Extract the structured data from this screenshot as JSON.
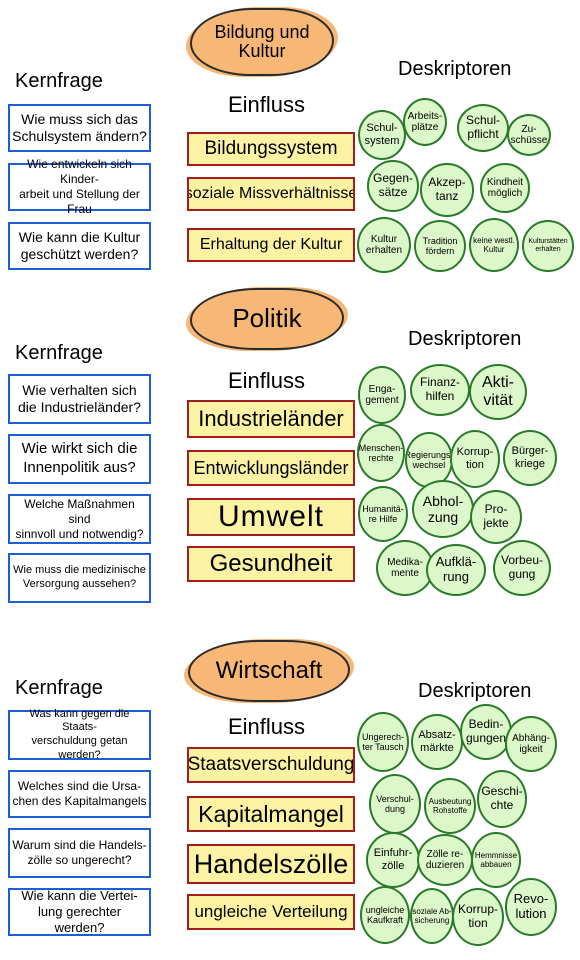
{
  "sections": [
    {
      "title": "Bildung und\nKultur",
      "kernfrage_label": "Kernfrage",
      "einfluss_label": "Einfluss",
      "deskriptoren_label": "Deskriptoren",
      "questions": [
        "Wie muss sich das\nSchulsystem ändern?",
        "Wie entwickeln sich Kinder-\narbeit und Stellung der Frau",
        "Wie kann die Kultur\ngeschützt werden?"
      ],
      "influences": [
        "Bildungssystem",
        "soziale Missverhältnisse",
        "Erhaltung der Kultur"
      ],
      "descriptors": [
        "Schul-\nsystem",
        "Arbeits-\nplätze",
        "Schul-\npflicht",
        "Zu-\nschüsse",
        "Gegen-\nsätze",
        "Akzep-\ntanz",
        "Kindheit\nmöglich",
        "Kultur\nerhalten",
        "Tradition\nfördern",
        "keine westl.\nKultur",
        "Kulturstätten\nerhalten"
      ]
    },
    {
      "title": "Politik",
      "kernfrage_label": "Kernfrage",
      "einfluss_label": "Einfluss",
      "deskriptoren_label": "Deskriptoren",
      "questions": [
        "Wie verhalten sich\ndie Industrieländer?",
        "Wie wirkt sich die\nInnenpolitik aus?",
        "Welche Maßnahmen sind\nsinnvoll und notwendig?",
        "Wie muss die medizinische\nVersorgung aussehen?"
      ],
      "influences": [
        "Industrieländer",
        "Entwicklungsländer",
        "Umwelt",
        "Gesundheit"
      ],
      "descriptors": [
        "Enga-\ngement",
        "Finanz-\nhilfen",
        "Akti-\nvität",
        "Menschen-\nrechte",
        "Regierungs-\nwechsel",
        "Korrup-\ntion",
        "Bürger-\nkriege",
        "Humanitä-\nre Hilfe",
        "Abhol-\nzung",
        "Pro-\njekte",
        "Medika-\nmente",
        "Aufklä-\nrung",
        "Vorbeu-\ngung"
      ]
    },
    {
      "title": "Wirtschaft",
      "kernfrage_label": "Kernfrage",
      "einfluss_label": "Einfluss",
      "deskriptoren_label": "Deskriptoren",
      "questions": [
        "Was kann gegen die Staats-\nverschuldung getan werden?",
        "Welches sind die Ursa-\nchen des Kapitalmangels",
        "Warum sind die Handels-\nzölle so ungerecht?",
        "Wie kann die Vertei-\nlung gerechter werden?"
      ],
      "influences": [
        "Staatsverschuldung",
        "Kapitalmangel",
        "Handelszölle",
        "ungleiche Verteilung"
      ],
      "descriptors": [
        "Ungerech-\nter Tausch",
        "Absatz-\nmärkte",
        "Bedin-\ngungen",
        "Abhäng-\nigkeit",
        "Verschul-\ndung",
        "Ausbeutung\nRohstoffe",
        "Geschi-\nchte",
        "Einfuhr-\nzölle",
        "Zölle re-\nduzieren",
        "Hemmnisse\nabbauen",
        "Revo-\nlution",
        "ungleiche\nKaufkraft",
        "soziale Ab-\nsicherung",
        "Korrup-\ntion"
      ]
    }
  ]
}
